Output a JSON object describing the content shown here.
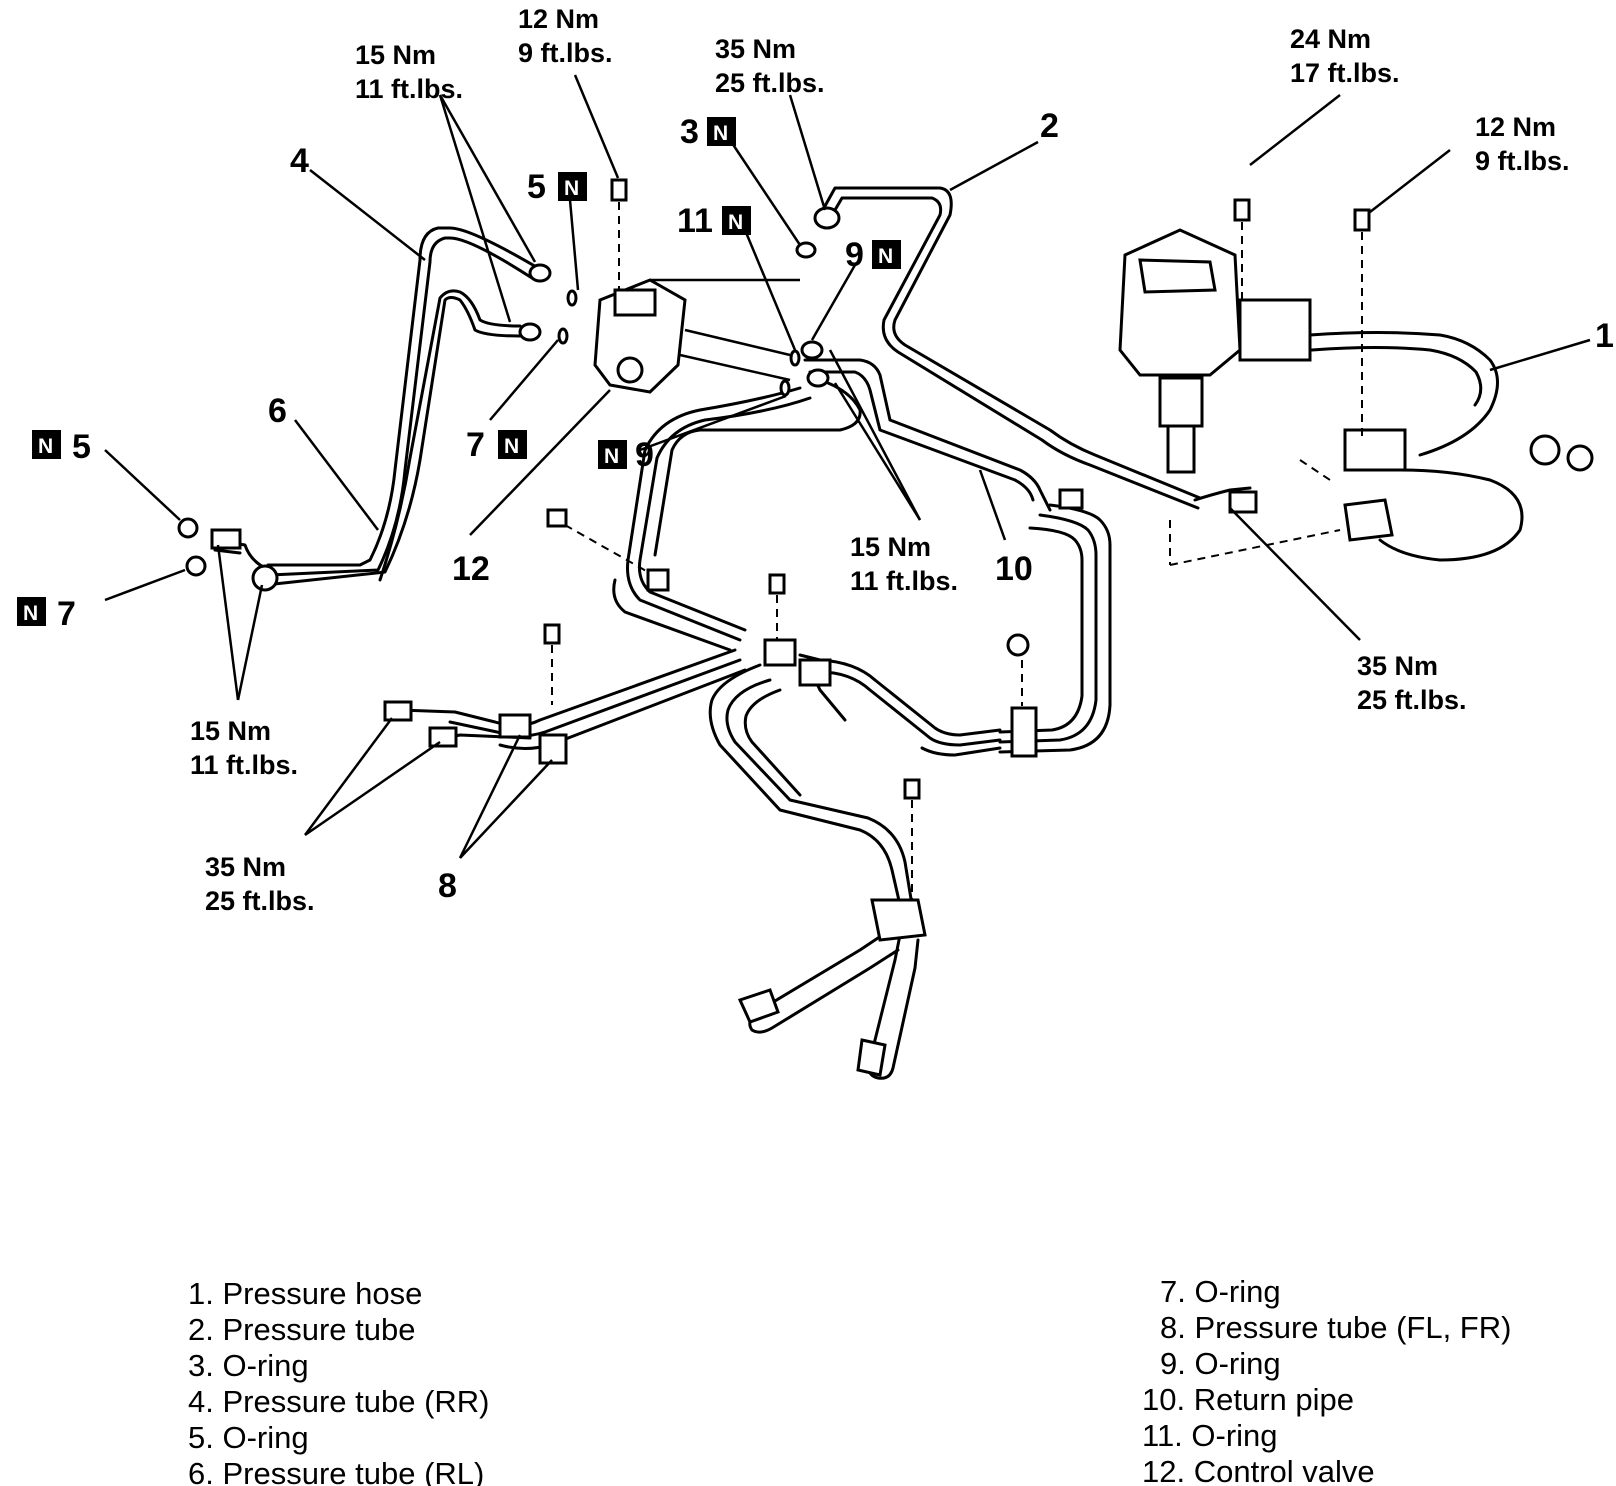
{
  "torques": {
    "t12_top_a": "12 Nm",
    "t12_top_b": "9 ft.lbs.",
    "t15_top_a": "15 Nm",
    "t15_top_b": "11 ft.lbs.",
    "t35_top_a": "35 Nm",
    "t35_top_b": "25 ft.lbs.",
    "t24_a": "24 Nm",
    "t24_b": "17 ft.lbs.",
    "t12_right_a": "12 Nm",
    "t12_right_b": "9 ft.lbs.",
    "t15_mid_a": "15 Nm",
    "t15_mid_b": "11 ft.lbs.",
    "t35_right_a": "35 Nm",
    "t35_right_b": "25 ft.lbs.",
    "t15_left_a": "15 Nm",
    "t15_left_b": "11 ft.lbs.",
    "t35_left_a": "35 Nm",
    "t35_left_b": "25 ft.lbs."
  },
  "callouts": {
    "c1": "1",
    "c2": "2",
    "c3": "3",
    "c4": "4",
    "c5": "5",
    "c5b": "5",
    "c6": "6",
    "c7": "7",
    "c7b": "7",
    "c8": "8",
    "c9": "9",
    "c9b": "9",
    "c10": "10",
    "c11": "11",
    "c12": "12"
  },
  "nbadge": "N",
  "legend_left": [
    "1.  Pressure  hose",
    "2.  Pressure  tube",
    "3.  O-ring",
    "4.  Pressure  tube  (RR)",
    "5.  O-ring",
    "6.  Pressure  tube  (RL)"
  ],
  "legend_right": [
    "7.  O-ring",
    "8.  Pressure  tube  (FL,  FR)",
    "9.  O-ring",
    "10.  Return  pipe",
    "11.  O-ring",
    "12.  Control  valve"
  ]
}
